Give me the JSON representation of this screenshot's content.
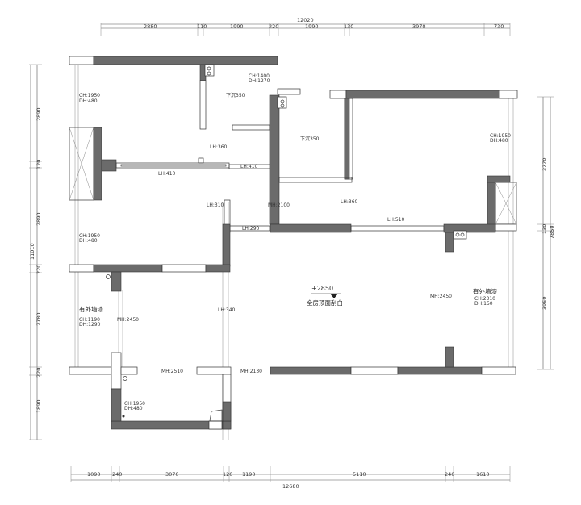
{
  "top_dims": {
    "total": "12020",
    "segments": [
      "2880",
      "110",
      "1990",
      "220",
      "1990",
      "130",
      "3970",
      "730"
    ]
  },
  "bottom_dims": {
    "total": "12680",
    "segments": [
      "1090",
      "240",
      "3070",
      "120",
      "1190",
      "5110",
      "240",
      "1610"
    ]
  },
  "left_dims": {
    "total": "11010",
    "segments": [
      "2890",
      "120",
      "2890",
      "220",
      "2780",
      "220",
      "1890"
    ]
  },
  "right_dims": {
    "total": "7850",
    "segments": [
      "3770",
      "130",
      "3950"
    ]
  },
  "labels": {
    "ch1950_dh480_a": [
      "CH:1950",
      "DH:480"
    ],
    "ch1400_dh1270": [
      "CH:1400",
      "DH:1270"
    ],
    "xiachen350_a": "下沉350",
    "xiachen350_b": "下沉350",
    "ch1950_dh480_right": [
      "CH:1950",
      "DH:480"
    ],
    "lh360_a": "LH:360",
    "lh410_a": "LH:410",
    "lh410_b": "LH:410",
    "lh310": "LH:310",
    "mh2100": "MH:2100",
    "lh360_b": "LH:360",
    "lh510": "LH:510",
    "lh290": "LH:290",
    "ch1950_dh480_left2": [
      "CH:1950",
      "DH:480"
    ],
    "lh340": "LH:340",
    "level": "+2850",
    "ceiling_note": "全房顶面刮白",
    "mh2450_a": "MH:2450",
    "mh2450_b": "MH:2450",
    "exterior_paint_left": "有外墙漆",
    "ch1190_dh1290": [
      "CH:1190",
      "DH:1290"
    ],
    "exterior_paint_right": "有外墙漆",
    "ch2310_dh150": [
      "CH:2310",
      "DH:150"
    ],
    "mh2510": "MH:2510",
    "mh2130": "MH:2130",
    "ch1950_dh480_bottom": [
      "CH:1950",
      "DH:480"
    ]
  },
  "colors": {
    "wall": "#6b6b6b",
    "line": "#333333"
  }
}
